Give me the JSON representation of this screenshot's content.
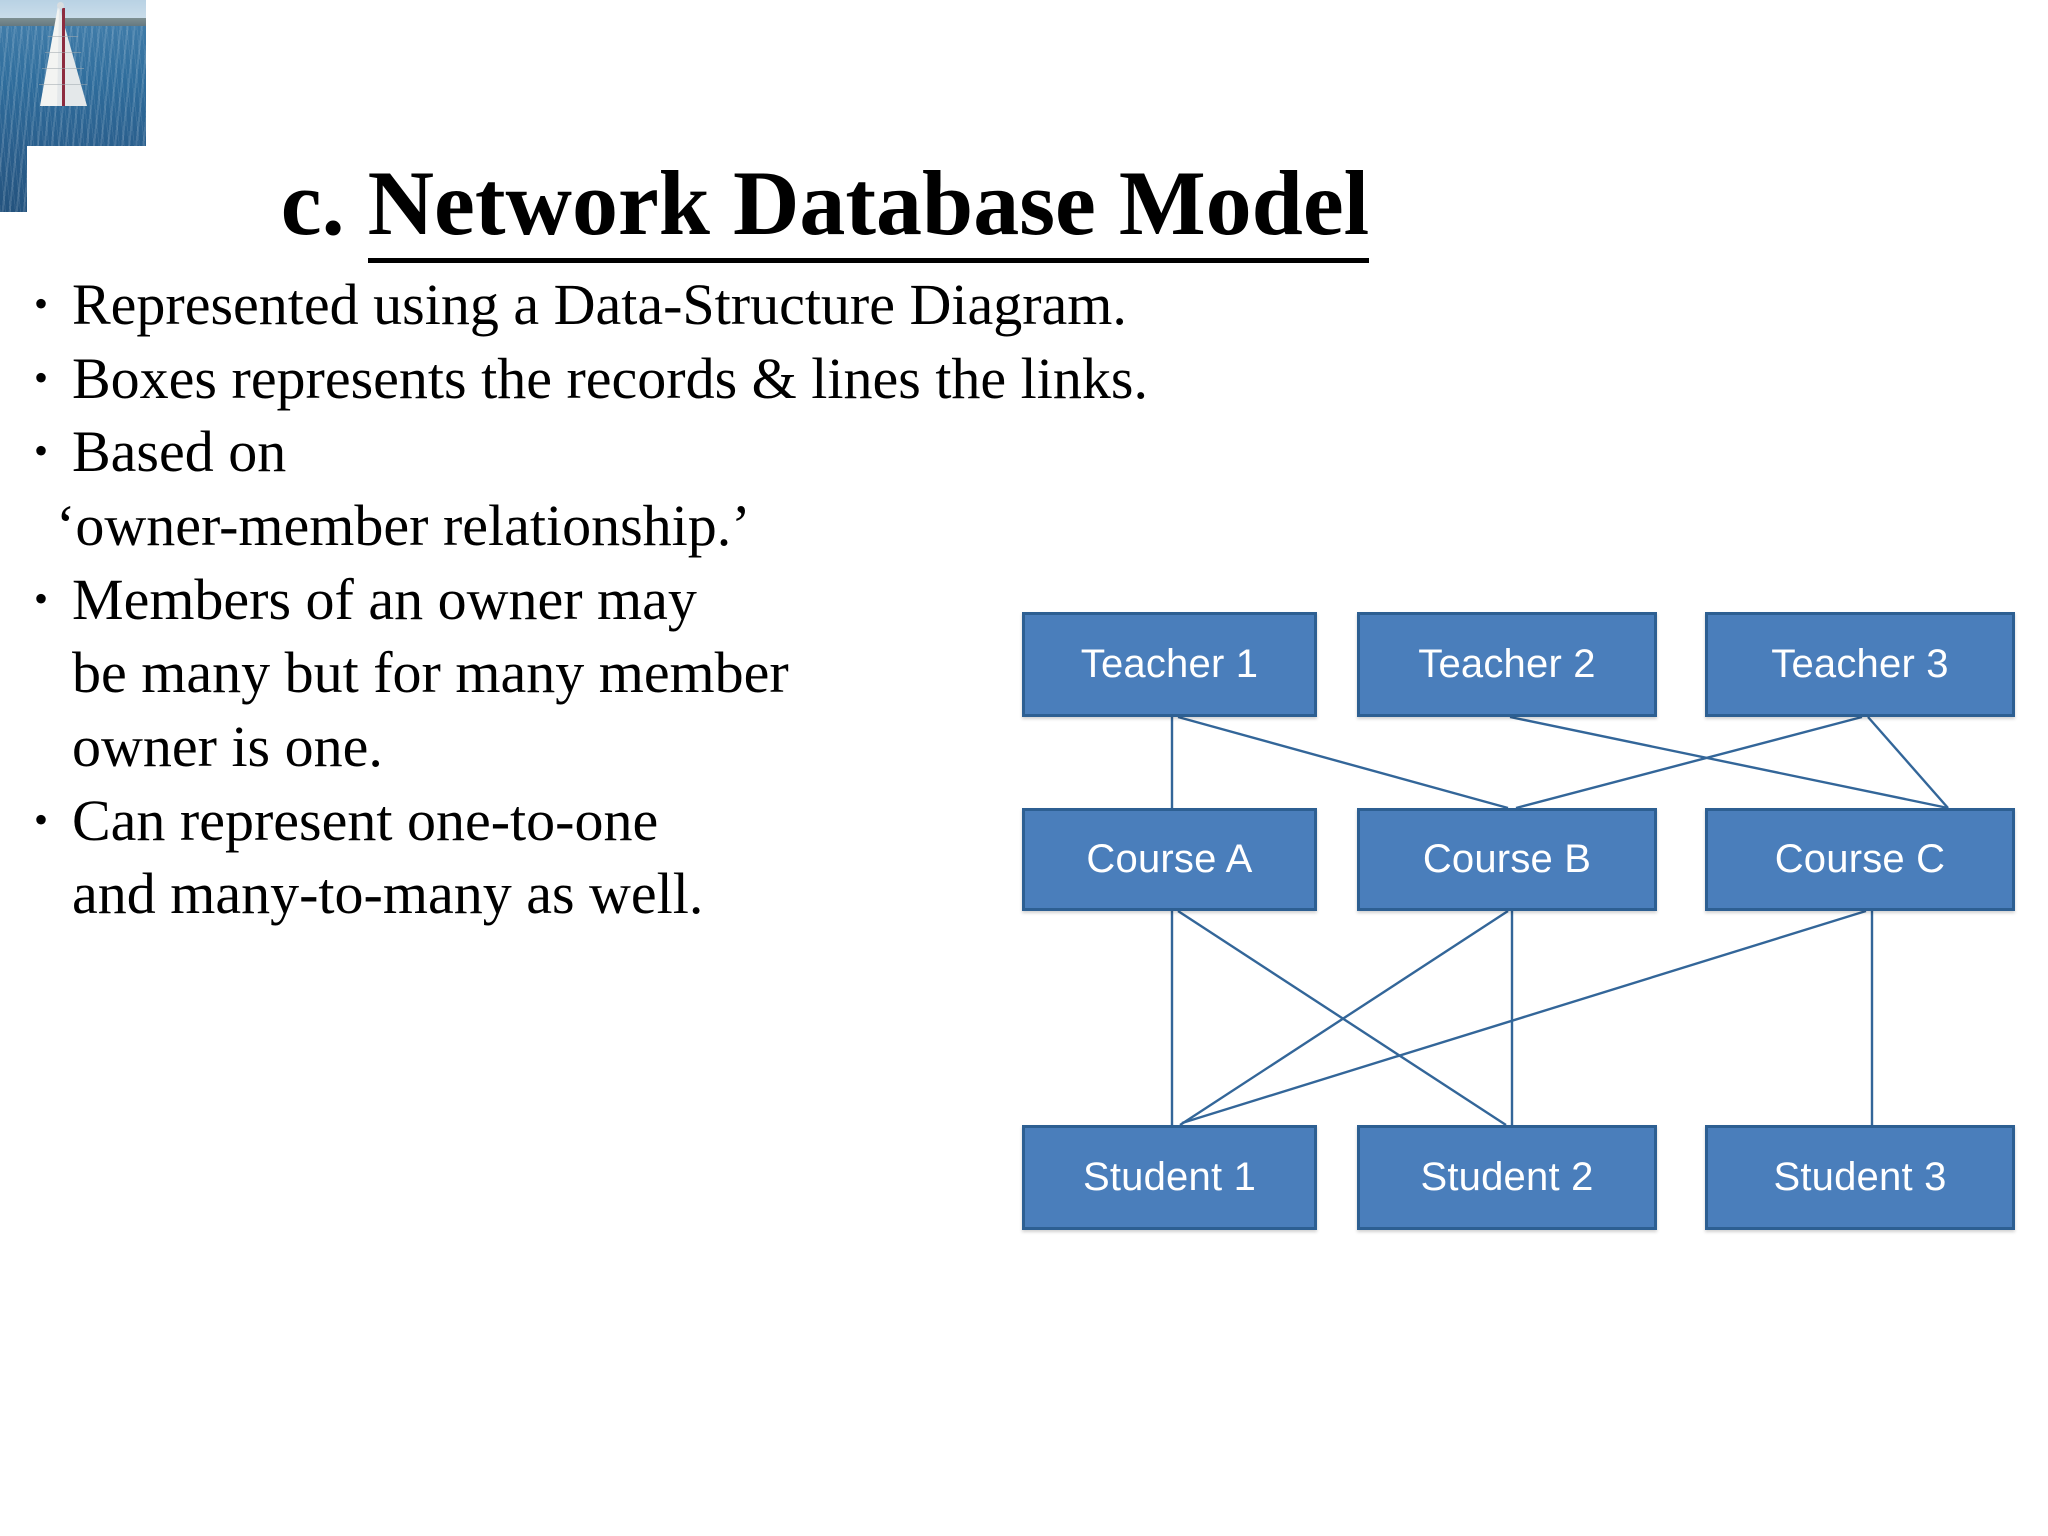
{
  "slide": {
    "title_prefix": "c. ",
    "title_underlined": "Network Database Model",
    "background_color": "#ffffff"
  },
  "decoration": {
    "image_name": "sailboat-photo",
    "alt": "Sailboat on blue water"
  },
  "bullets": [
    {
      "marker": "•",
      "lines": [
        "Represented using a Data-Structure Diagram."
      ]
    },
    {
      "marker": "•",
      "lines": [
        "Boxes represents the records & lines the links."
      ]
    },
    {
      "marker": "•",
      "lines": [
        "Based on",
        "‘owner-member relationship.’"
      ]
    },
    {
      "marker": "•",
      "lines": [
        "Members of an owner may",
        "be many but for many member",
        "owner is one."
      ]
    },
    {
      "marker": "•",
      "lines": [
        "Can represent one-to-one",
        "and many-to-many as well."
      ]
    }
  ],
  "diagram": {
    "type": "network-data-structure-diagram",
    "box_fill": "#4a7ebb",
    "box_border": "#2d5f92",
    "box_text_color": "#ffffff",
    "line_color": "#336699",
    "rows": [
      {
        "row_name": "teachers",
        "nodes": [
          "Teacher 1",
          "Teacher 2",
          "Teacher 3"
        ]
      },
      {
        "row_name": "courses",
        "nodes": [
          "Course A",
          "Course B",
          "Course C"
        ]
      },
      {
        "row_name": "students",
        "nodes": [
          "Student 1",
          "Student 2",
          "Student 3"
        ]
      }
    ],
    "links": [
      {
        "from": "Teacher 1",
        "to": "Course A"
      },
      {
        "from": "Teacher 1",
        "to": "Course B"
      },
      {
        "from": "Teacher 2",
        "to": "Course C"
      },
      {
        "from": "Teacher 3",
        "to": "Course B"
      },
      {
        "from": "Teacher 3",
        "to": "Course C"
      },
      {
        "from": "Course A",
        "to": "Student 1"
      },
      {
        "from": "Course A",
        "to": "Student 2"
      },
      {
        "from": "Course B",
        "to": "Student 1"
      },
      {
        "from": "Course B",
        "to": "Student 2"
      },
      {
        "from": "Course C",
        "to": "Student 1"
      },
      {
        "from": "Course C",
        "to": "Student 3"
      }
    ]
  }
}
